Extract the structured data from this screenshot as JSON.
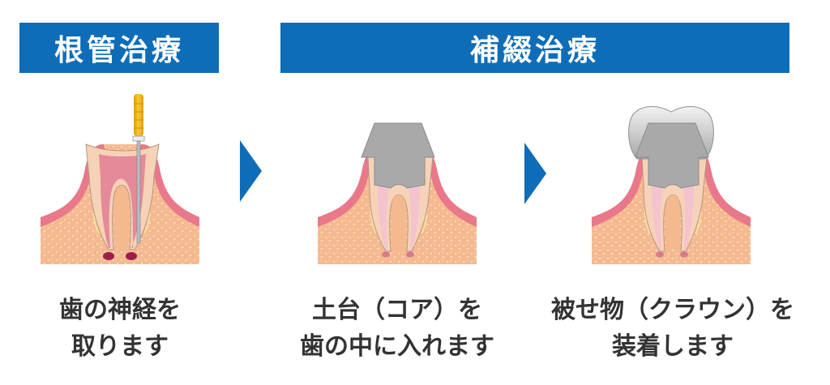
{
  "headers": {
    "root_canal": "根管治療",
    "prosthetic": "補綴治療"
  },
  "colors": {
    "header_bg": "#0f6db8",
    "header_text": "#ffffff",
    "caption_text": "#333333",
    "gum_pink": "#e9788a",
    "bone": "#f4b98f",
    "dentin": "#f6d2b8",
    "pulp": "#e58a98",
    "core_gray": "#a9a9a9",
    "crown_silver": "#c9c9c9",
    "file_handle": "#f2b51c",
    "apex_red": "#9c1f4a"
  },
  "steps": [
    {
      "id": "step-1",
      "illustration": "tooth-root-canal-file-icon",
      "caption_lines": [
        "歯の神経を",
        "取ります"
      ]
    },
    {
      "id": "step-2",
      "illustration": "tooth-core-buildup-icon",
      "caption_lines": [
        "土台（コア）を",
        "歯の中に入れます"
      ]
    },
    {
      "id": "step-3",
      "illustration": "tooth-crown-icon",
      "caption_lines": [
        "被せ物（クラウン）を",
        "装着します"
      ]
    }
  ],
  "arrows": [
    "arrow-right-icon",
    "arrow-right-icon"
  ]
}
